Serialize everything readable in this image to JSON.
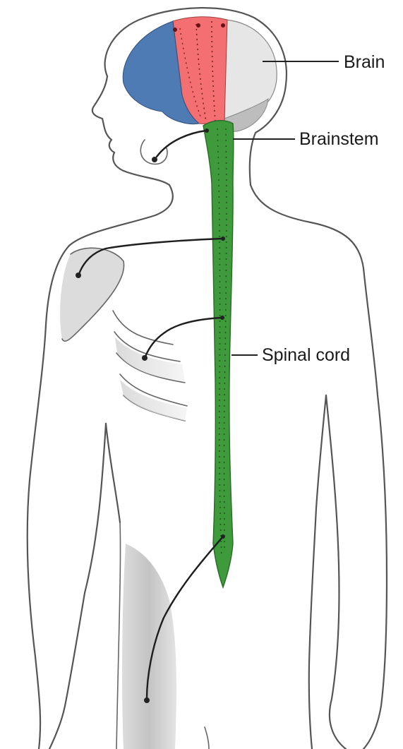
{
  "labels": {
    "brain": "Brain",
    "brainstem": "Brainstem",
    "spinal_cord": "Spinal cord"
  },
  "colors": {
    "frontal_lobe": "#4f7bb5",
    "central_region": "#f36f72",
    "rear_brain": "#e6e6e6",
    "cerebellum": "#bdbdbd",
    "spinal_cord": "#3f9a3c",
    "spinal_cord_dots": "#1f5a1c",
    "outline": "#555555"
  }
}
